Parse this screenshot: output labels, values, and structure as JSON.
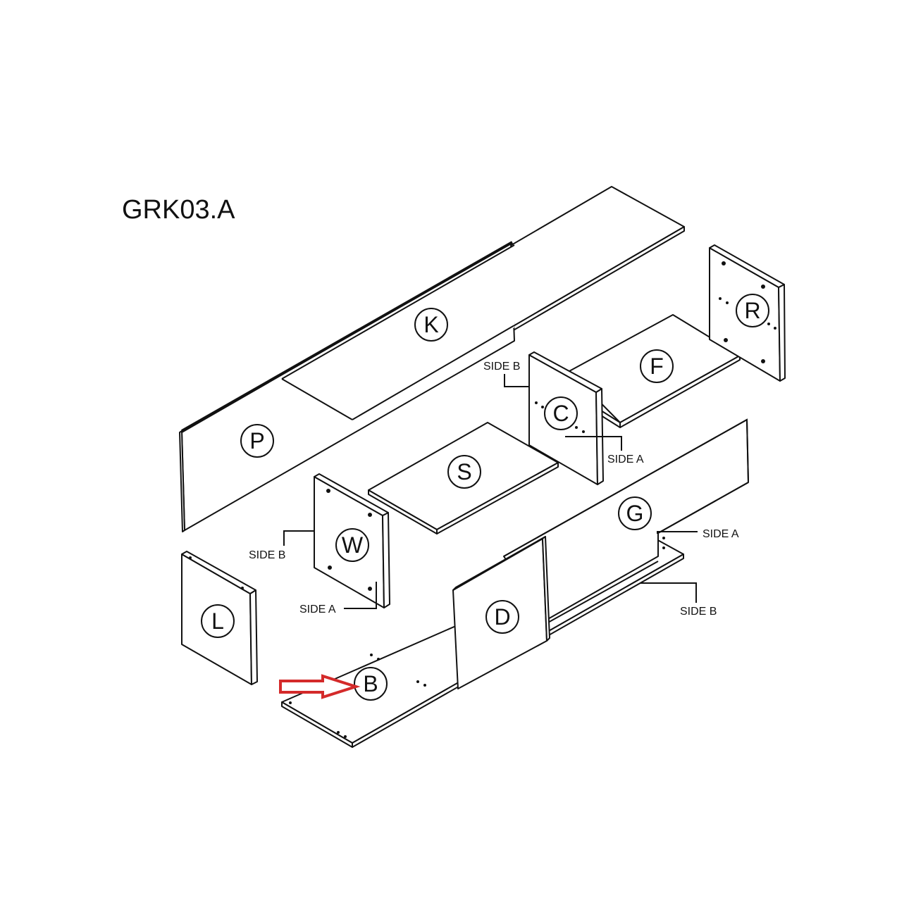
{
  "title": "GRK03.A",
  "parts": {
    "K": "K",
    "P": "P",
    "R": "R",
    "F": "F",
    "C": "C",
    "S": "S",
    "W": "W",
    "G": "G",
    "L": "L",
    "D": "D",
    "B": "B"
  },
  "side_labels": {
    "c_side_b": "SIDE B",
    "c_side_a": "SIDE A",
    "w_side_b": "SIDE B",
    "w_side_a": "SIDE A",
    "g_side_a": "SIDE A",
    "g_side_b": "SIDE B"
  },
  "colors": {
    "line": "#111111",
    "arrow": "#d42a2a"
  },
  "pointer_icon": "arrow-right-icon"
}
